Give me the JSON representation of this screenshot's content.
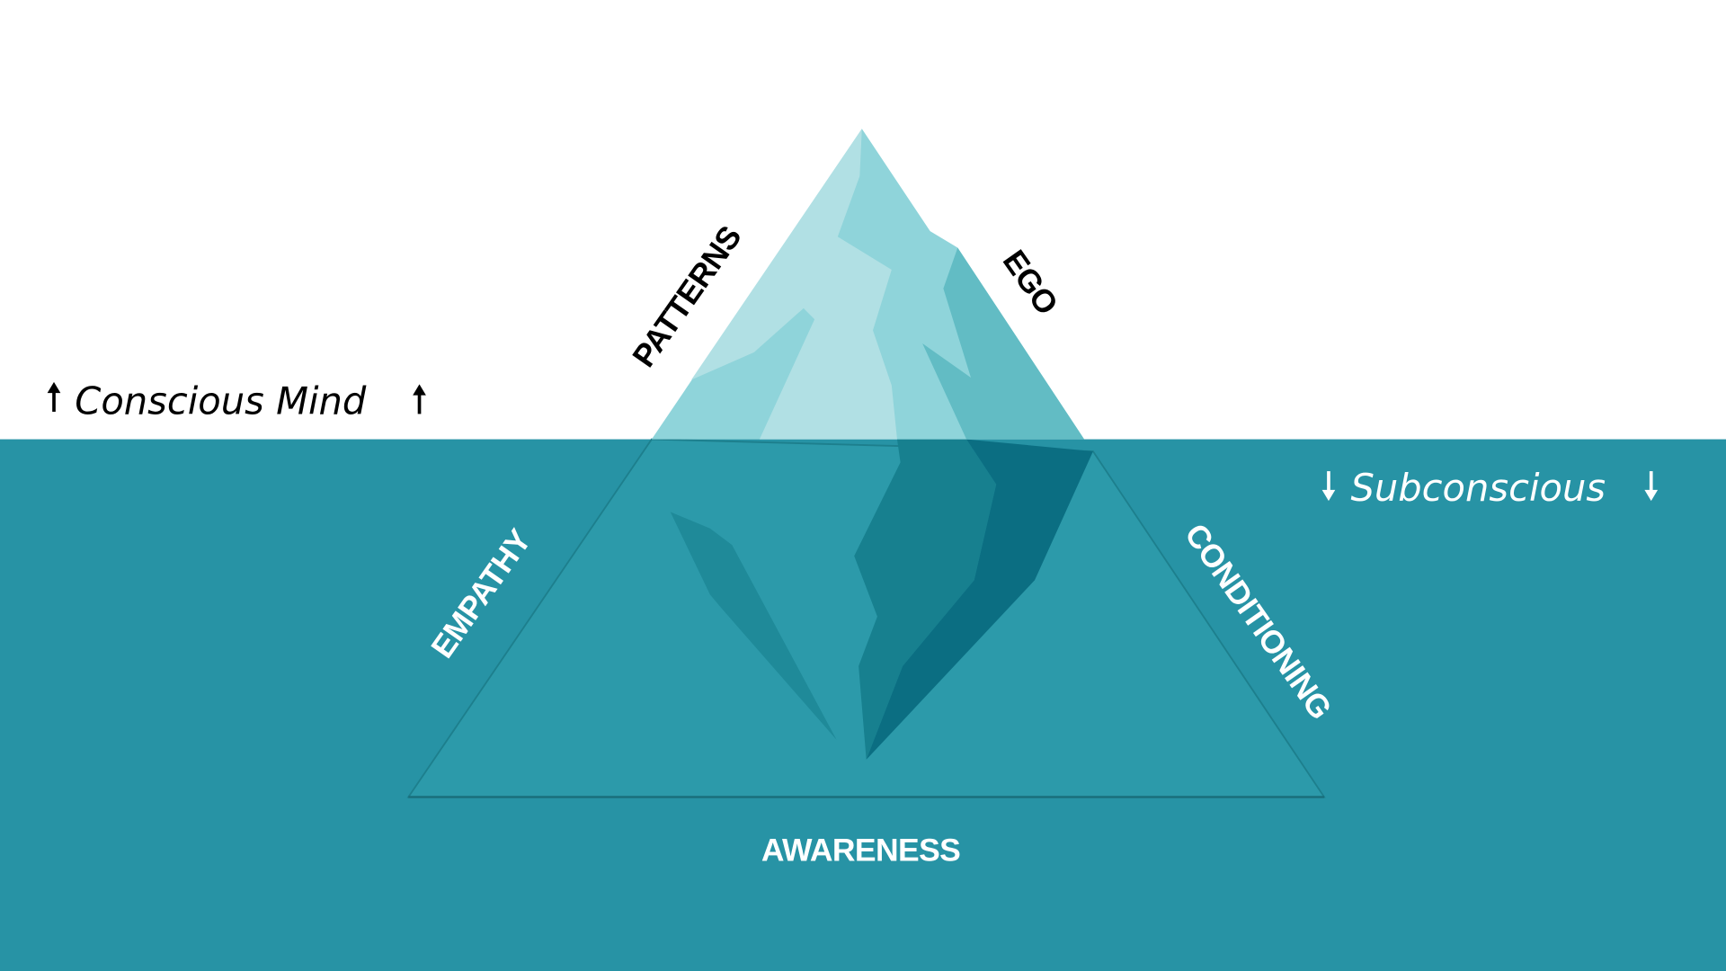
{
  "colors": {
    "water": "#2793a5",
    "sky": "#ffffff",
    "ice_light": "#b1e0e4",
    "ice_mid": "#8fd4da",
    "ice_dark": "#62bcc4",
    "under_base": "#2c9aaa",
    "under_mid": "#1f8a99",
    "under_dark": "#17808f",
    "under_darkest": "#0b6e82"
  },
  "labels": {
    "conscious": "Conscious Mind",
    "subconscious": "Subconscious",
    "patterns": "PATTERNS",
    "ego": "EGO",
    "empathy": "EMPATHY",
    "conditioning": "CONDITIONING",
    "awareness": "AWARENESS"
  }
}
